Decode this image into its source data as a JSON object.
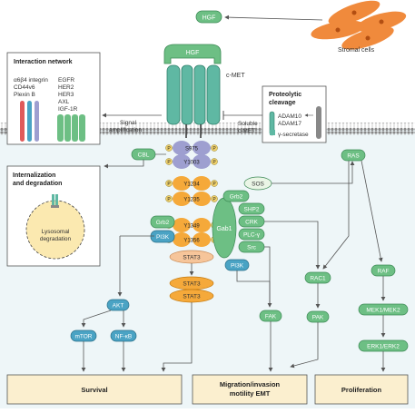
{
  "ligand": {
    "top_label": "HGF",
    "receptor_ligand_label": "HGF"
  },
  "stromal_label": "Stromal cells",
  "receptor_label": "c-MET",
  "interaction_network": {
    "title": "Interaction network",
    "left_items": [
      "α6β4 integrin",
      "CD44v6",
      "Plexin B"
    ],
    "right_items": [
      "EGFR",
      "HER2",
      "HER3",
      "AXL",
      "IGF-1R"
    ]
  },
  "signal_amplification": [
    "Signal",
    "amplification"
  ],
  "soluble_cmet": [
    "Soluble",
    "c-MET"
  ],
  "proteolytic": {
    "title": [
      "Proteolytic",
      "cleavage"
    ],
    "items": [
      "ADAM10",
      "ADAM17",
      "γ-secretase"
    ]
  },
  "internalization": {
    "title": [
      "Internalization",
      "and degradation"
    ],
    "lysosome": [
      "Lysosomal",
      "degradation"
    ]
  },
  "phosphosites": [
    "S975",
    "Y1003",
    "Y1234",
    "Y1235",
    "Y1349",
    "Y1356"
  ],
  "phospho_symbol": "P",
  "nodes": {
    "cbl": "CBL",
    "grb2_left": "Grb2",
    "pi3k_left": "PI3K",
    "stat3": "STAT3",
    "stat3_dimer": [
      "STAT3",
      "STAT3"
    ],
    "gab1": "Gab1",
    "sos": "SOS",
    "grb2_right": "Grb2",
    "shp2": "SHP2",
    "crk": "CRK",
    "plcg": "PLC-γ",
    "src": "Src",
    "pi3k_right": "PI3K",
    "akt": "AKT",
    "mtor": "mTOR",
    "nfkb": "NF-κB",
    "fak": "FAK",
    "rac1": "RAC1",
    "pak": "PAK",
    "ras": "RAS",
    "raf": "RAF",
    "mek": "MEK1/MEK2",
    "erk": "ERK1/ERK2"
  },
  "outcomes": {
    "survival": "Survival",
    "migration": [
      "Migration/invasion",
      "motility EMT"
    ],
    "proliferation": "Proliferation"
  },
  "colors": {
    "green_fill": "#6dbf84",
    "teal_fill": "#5fb8a3",
    "blue_fill": "#4aa3c4",
    "purple_fill": "#9e9fd0",
    "orange_fill": "#f5a93a",
    "peach_fill": "#f6c59a",
    "outcome_fill": "#fbefcf",
    "cytoplasm": "#eef6f8",
    "stromal": "#f08a3c"
  }
}
